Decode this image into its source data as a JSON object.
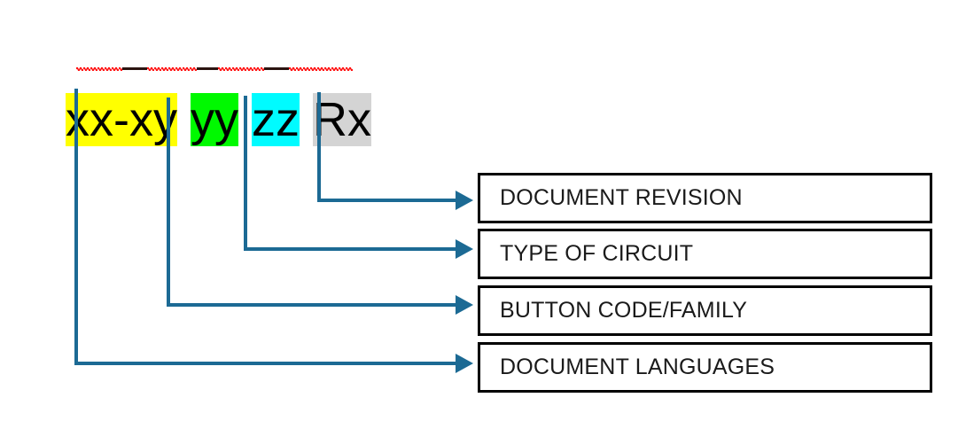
{
  "diagram": {
    "title_code": {
      "segments": [
        {
          "text": "xx-x",
          "highlight": "yellow",
          "note": "document-languages"
        },
        {
          "text": "y",
          "highlight": "yellow",
          "note": "document-languages-tail"
        },
        {
          "text": " ",
          "highlight": "none",
          "note": "space"
        },
        {
          "text": "yy",
          "highlight": "green",
          "note": "button-code-family"
        },
        {
          "text": " ",
          "highlight": "none",
          "note": "space"
        },
        {
          "text": "zz",
          "highlight": "cyan",
          "note": "type-of-circuit"
        },
        {
          "text": " ",
          "highlight": "none",
          "note": "space"
        },
        {
          "text": "Rx",
          "highlight": "gray",
          "note": "document-revision"
        }
      ],
      "full_text": "xx-xy yy zz Rx"
    },
    "labels": [
      {
        "id": "document-revision",
        "text": "DOCUMENT REVISION"
      },
      {
        "id": "type-of-circuit",
        "text": "TYPE OF CIRCUIT"
      },
      {
        "id": "button-code-family",
        "text": "BUTTON CODE/FAMILY"
      },
      {
        "id": "document-languages",
        "text": "DOCUMENT LANGUAGES"
      }
    ],
    "colors": {
      "connector": "#1c6a94",
      "box_border": "#000000",
      "highlight_yellow": "#ffff00",
      "highlight_green": "#00f900",
      "highlight_cyan": "#00fbff",
      "highlight_gray": "#d4d4d4",
      "spellcheck_underline": "#ff0000",
      "text": "#000000",
      "background": "#ffffff"
    }
  }
}
